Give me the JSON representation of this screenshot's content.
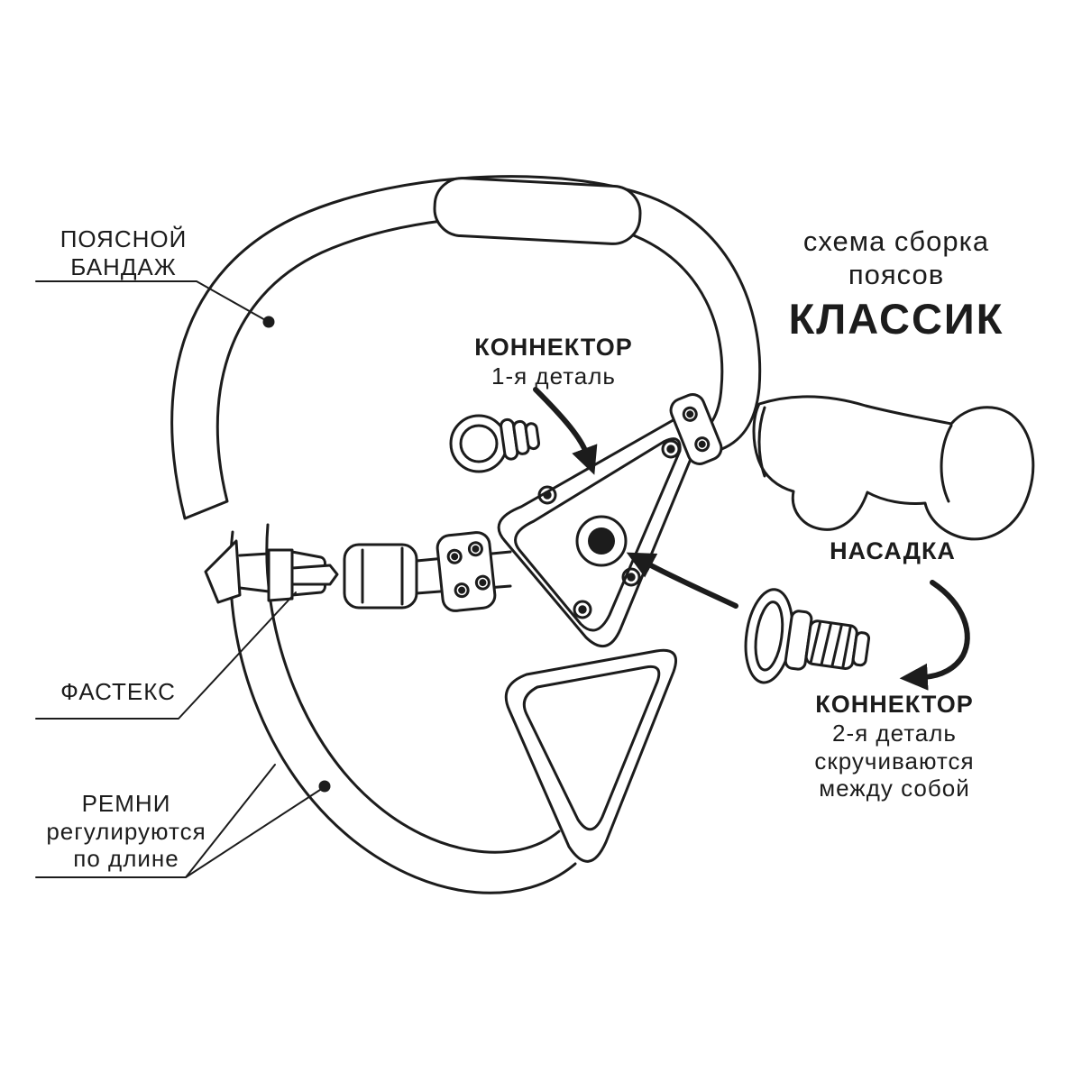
{
  "colors": {
    "ink": "#1c1c1c",
    "background": "#ffffff"
  },
  "title": {
    "line1": "схема сборка",
    "line2": "поясов",
    "line3": "КЛАССИК"
  },
  "callouts": {
    "waist_band": {
      "line1": "ПОЯСНОЙ",
      "line2": "БАНДАЖ"
    },
    "connector_1": {
      "heading": "КОННЕКТОР",
      "detail": "1-я деталь"
    },
    "attachment": {
      "heading": "НАСАДКА"
    },
    "connector_2": {
      "heading": "КОННЕКТОР",
      "detail_line1": "2-я деталь",
      "detail_line2": "скручиваются",
      "detail_line3": "между собой"
    },
    "fastex": {
      "heading": "ФАСТЕКС"
    },
    "straps": {
      "line1": "РЕМНИ",
      "line2": "регулируются",
      "line3": "по длине"
    }
  }
}
